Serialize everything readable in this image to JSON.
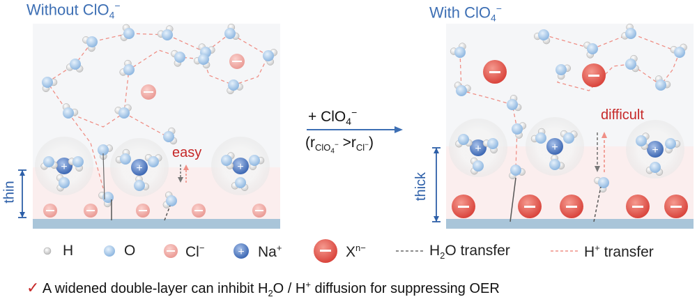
{
  "panels": {
    "left_title": "Without ClO",
    "left_title_sub": "4",
    "left_title_sup": "−",
    "right_title": "With ClO",
    "right_title_sub": "4",
    "right_title_sup": "−"
  },
  "labels": {
    "thin": "thin",
    "thick": "thick",
    "easy": "easy",
    "difficult": "difficult"
  },
  "middle": {
    "line1": "+ ClO",
    "line1_sub": "4",
    "line1_sup": "−",
    "line2_open": "(r",
    "line2_sub1": "ClO",
    "line2_sub1b": "4",
    "line2_sup1": "−",
    "line2_mid": " >r",
    "line2_sub2": "Cl",
    "line2_sup2": "−",
    "line2_close": ")"
  },
  "legend": {
    "h": "H",
    "o": "O",
    "cl": "Cl",
    "cl_sup": "−",
    "na": "Na",
    "na_sup": "+",
    "x": "X",
    "x_sup": "n−",
    "h2o_transfer_a": "H",
    "h2o_transfer_sub": "2",
    "h2o_transfer_b": "O transfer",
    "hplus_transfer_a": "H",
    "hplus_transfer_sup": "+",
    "hplus_transfer_b": " transfer"
  },
  "note": {
    "check": "✓",
    "text_a": "A widened double-layer can inhibit H",
    "text_sub": "2",
    "text_b": "O / H",
    "text_sup": "+",
    "text_c": " diffusion for suppressing OER"
  },
  "colors": {
    "title_blue": "#3d6fb4",
    "electrode": "#a9c5d9",
    "na_blue": "#4a78c2",
    "x_red": "#e05050",
    "cl_pink": "#f0a8a4",
    "red_label": "#c62828"
  }
}
